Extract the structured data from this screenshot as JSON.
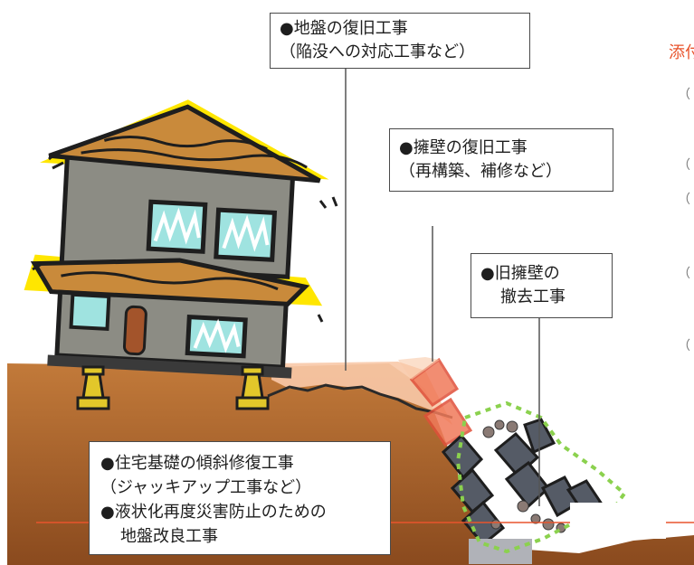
{
  "callouts": {
    "ground": {
      "line1": "●地盤の復旧工事",
      "line2": "（陥没への対応工事など）"
    },
    "retaining_wall": {
      "line1": "●擁壁の復旧工事",
      "line2": "（再構築、補修など）"
    },
    "old_wall": {
      "line1": "●旧擁壁の",
      "line2": "撤去工事"
    },
    "foundation": {
      "line1": "●住宅基礎の傾斜修復工事",
      "line2": "（ジャッキアップ工事など）",
      "line3": "●液状化再度災害防止のための",
      "line4": "地盤改良工事"
    }
  },
  "side": {
    "attachment_label": "添付",
    "markers": [
      "（",
      "（",
      "（",
      "（",
      "（"
    ]
  },
  "colors": {
    "soil": "#b5692e",
    "soil_dark": "#8a4a1e",
    "restore_area": "#f8c9a8",
    "new_wall": "#f07a5a",
    "old_wall_stone": "#555b66",
    "dashed_outline": "#8bd14e",
    "roof": "#c98a3b",
    "roof_glow": "#ffe600",
    "house_wall": "#8c8c84",
    "window_glass": "#9fe3e0",
    "jack": "#e2c72a",
    "red_line": "#e8542d"
  }
}
